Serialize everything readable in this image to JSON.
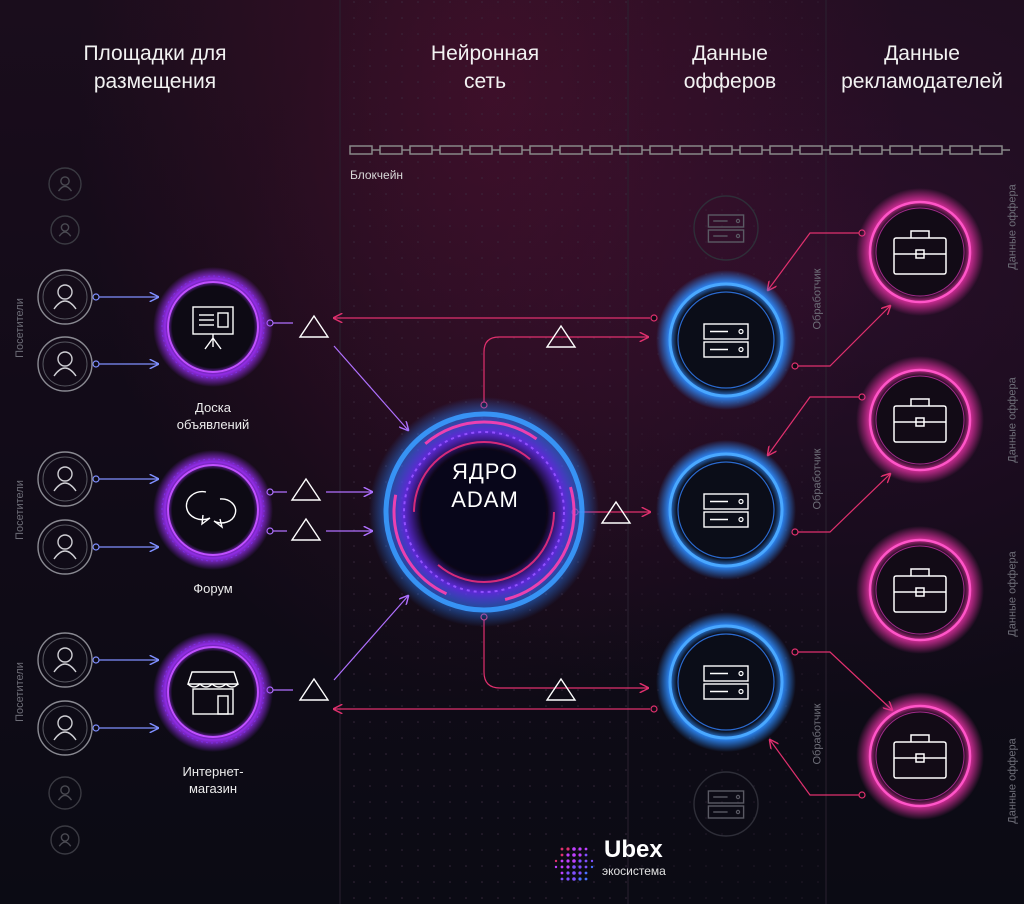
{
  "columns": {
    "platforms": "Площадки для\nразмещения",
    "neural": "Нейронная\nсеть",
    "offers": "Данные\nофферов",
    "advertisers": "Данные\nрекламодателей"
  },
  "blockchain": "Блокчейн",
  "visitors_label": "Посетители",
  "handler_label": "Обработчик",
  "offer_data_label": "Данные оффера",
  "platform_nodes": [
    {
      "label": "Доска\nобъявлений",
      "icon": "billboard-icon"
    },
    {
      "label": "Форум",
      "icon": "chat-bubbles-icon"
    },
    {
      "label": "Интернет-\nмагазин",
      "icon": "storefront-icon"
    }
  ],
  "core": {
    "label": "ЯДРО\nADAM"
  },
  "brand": {
    "name": "Ubex",
    "subtitle": "экосистема"
  },
  "colors": {
    "pink": "#e0306e",
    "violet": "#b040ff",
    "blue": "#3aa0ff",
    "grey_icon": "#6a6a74",
    "link_blue": "#7f8fff"
  }
}
